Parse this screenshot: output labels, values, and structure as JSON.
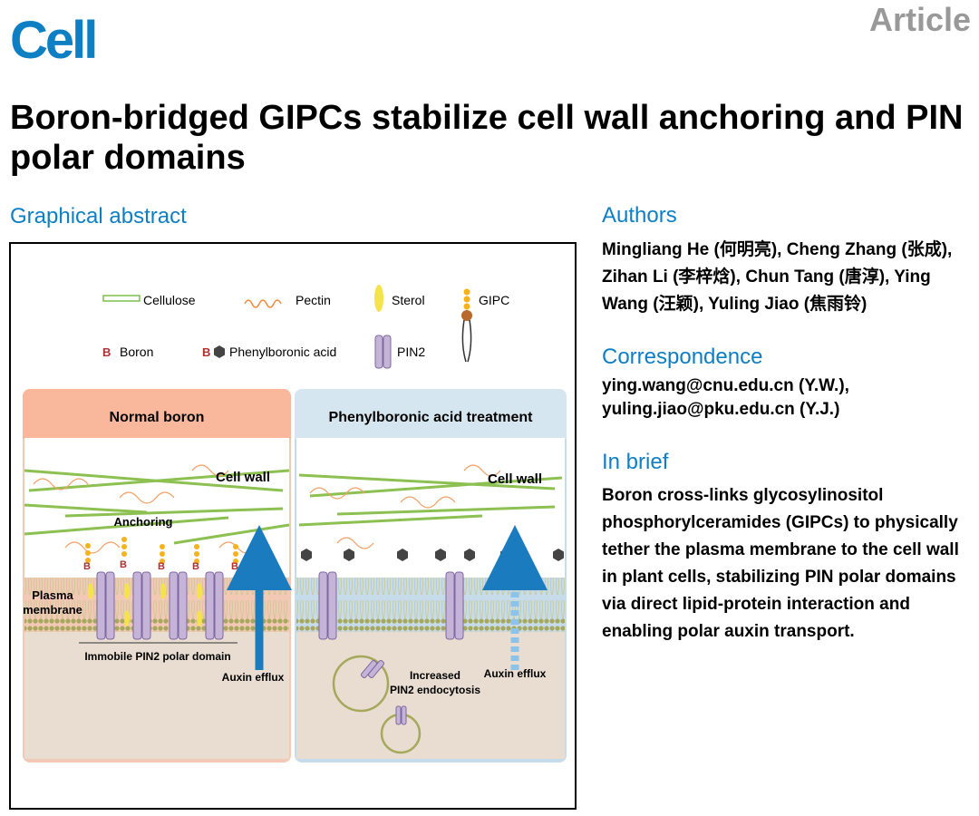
{
  "journal": {
    "logo": "Cell",
    "label": "Article"
  },
  "title": "Boron-bridged GIPCs stabilize cell wall anchoring and PIN polar domains",
  "graphical_abstract": {
    "heading": "Graphical abstract",
    "legend": {
      "cellulose": "Cellulose",
      "pectin": "Pectin",
      "sterol": "Sterol",
      "gipc": "GIPC",
      "boron": "Boron",
      "boron_glyph": "B",
      "phenylboronic_acid": "Phenylboronic acid",
      "pin2": "PIN2"
    },
    "left_panel": {
      "header": "Normal boron",
      "cell_wall": "Cell wall",
      "anchoring": "Anchoring",
      "plasma_membrane_line1": "Plasma",
      "plasma_membrane_line2": "membrane",
      "polar_domain": "Immobile PIN2 polar domain",
      "auxin_efflux": "Auxin efflux"
    },
    "right_panel": {
      "header": "Phenylboronic acid treatment",
      "cell_wall": "Cell wall",
      "endocytosis_line1": "Increased",
      "endocytosis_line2": "PIN2 endocytosis",
      "auxin_efflux": "Auxin efflux"
    },
    "colors": {
      "left_header": "#f9b89c",
      "right_header": "#d6e6f0",
      "cytoplasm": "#e8ddd0",
      "pin2": "#c6b3d8",
      "arrow": "#1a7bbf"
    }
  },
  "authors": {
    "heading": "Authors",
    "text": "Mingliang He (何明亮), Cheng Zhang (张成), Zihan Li (李梓焓), Chun Tang (唐淳), Ying Wang (汪颖), Yuling Jiao (焦雨铃)"
  },
  "correspondence": {
    "heading": "Correspondence",
    "email1": "ying.wang@cnu.edu.cn (Y.W.),",
    "email2": "yuling.jiao@pku.edu.cn (Y.J.)"
  },
  "in_brief": {
    "heading": "In brief",
    "text": "Boron cross-links glycosylinositol phosphorylceramides (GIPCs) to physically tether the plasma membrane to the cell wall in plant cells, stabilizing PIN polar domains via direct lipid-protein interaction and enabling polar auxin transport."
  }
}
